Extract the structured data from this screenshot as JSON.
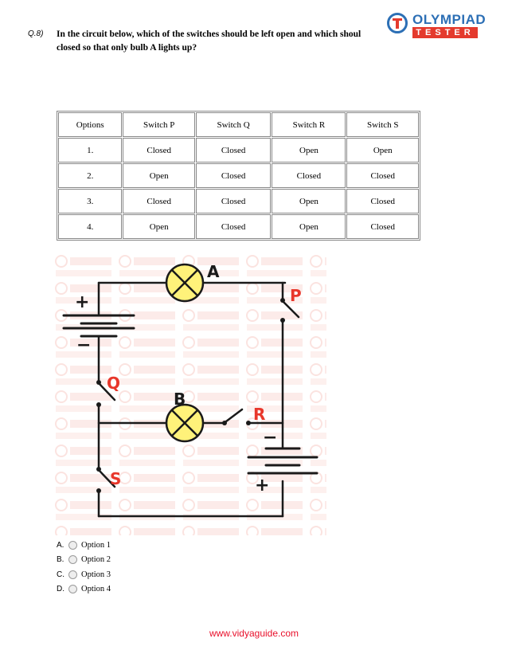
{
  "question": {
    "number": "Q.8)",
    "text": "In the circuit below, which of the switches should be left open and which shoul\nclosed so that only bulb A lights up?"
  },
  "logo": {
    "top": "OLYMPIAD",
    "bottom": "TESTER"
  },
  "table": {
    "headers": [
      "Options",
      "Switch P",
      "Switch Q",
      "Switch R",
      "Switch S"
    ],
    "rows": [
      [
        "1.",
        "Closed",
        "Closed",
        "Open",
        "Open"
      ],
      [
        "2.",
        "Open",
        "Closed",
        "Closed",
        "Closed"
      ],
      [
        "3.",
        "Closed",
        "Closed",
        "Open",
        "Closed"
      ],
      [
        "4.",
        "Open",
        "Closed",
        "Open",
        "Closed"
      ]
    ]
  },
  "circuit": {
    "labels": {
      "bulb_a": "A",
      "bulb_b": "B",
      "switch_p": "P",
      "switch_q": "Q",
      "switch_r": "R",
      "switch_s": "S"
    },
    "signs": {
      "battery1_plus": "+",
      "battery1_minus": "−",
      "battery2_minus": "−",
      "battery2_plus": "+"
    },
    "colors": {
      "bulb": "#fff27a",
      "switch_label": "#e8372b",
      "wire": "#1a1a1a",
      "watermark": "#fbe6e4"
    }
  },
  "answers": [
    {
      "letter": "A.",
      "text": "Option 1"
    },
    {
      "letter": "B.",
      "text": "Option 2"
    },
    {
      "letter": "C.",
      "text": "Option 3"
    },
    {
      "letter": "D.",
      "text": "Option 4"
    }
  ],
  "footer": {
    "url": "www.vidyaguide.com"
  }
}
